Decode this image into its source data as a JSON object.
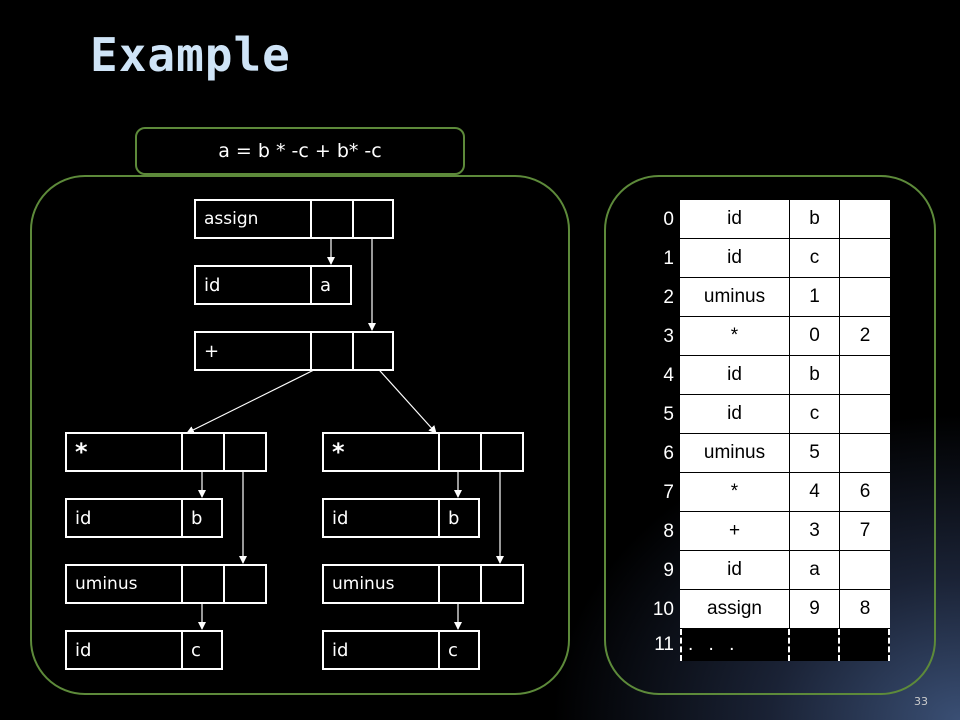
{
  "slide": {
    "title": "Example",
    "expression": "a = b * -c + b* -c",
    "page_number": "33"
  },
  "tree": {
    "nodes": [
      {
        "key": "assign",
        "label": "assign",
        "fields": [
          "",
          ""
        ]
      },
      {
        "key": "id_a",
        "label": "id",
        "fields": [
          "a"
        ]
      },
      {
        "key": "plus",
        "label": "+",
        "fields": [
          "",
          ""
        ]
      },
      {
        "key": "star_l",
        "label": "*",
        "fields": [
          "",
          ""
        ]
      },
      {
        "key": "star_r",
        "label": "*",
        "fields": [
          "",
          ""
        ]
      },
      {
        "key": "id_b_l",
        "label": "id",
        "fields": [
          "b"
        ]
      },
      {
        "key": "id_b_r",
        "label": "id",
        "fields": [
          "b"
        ]
      },
      {
        "key": "uminus_l",
        "label": "uminus",
        "fields": [
          "",
          ""
        ]
      },
      {
        "key": "uminus_r",
        "label": "uminus",
        "fields": [
          "",
          ""
        ]
      },
      {
        "key": "id_c_l",
        "label": "id",
        "fields": [
          "c"
        ]
      },
      {
        "key": "id_c_r",
        "label": "id",
        "fields": [
          "c"
        ]
      }
    ]
  },
  "table": {
    "rows": [
      {
        "index": "0",
        "op": "id",
        "arg1": "b",
        "arg2": ""
      },
      {
        "index": "1",
        "op": "id",
        "arg1": "c",
        "arg2": ""
      },
      {
        "index": "2",
        "op": "uminus",
        "arg1": "1",
        "arg2": ""
      },
      {
        "index": "3",
        "op": "*",
        "arg1": "0",
        "arg2": "2"
      },
      {
        "index": "4",
        "op": "id",
        "arg1": "b",
        "arg2": ""
      },
      {
        "index": "5",
        "op": "id",
        "arg1": "c",
        "arg2": ""
      },
      {
        "index": "6",
        "op": "uminus",
        "arg1": "5",
        "arg2": ""
      },
      {
        "index": "7",
        "op": "*",
        "arg1": "4",
        "arg2": "6"
      },
      {
        "index": "8",
        "op": "+",
        "arg1": "3",
        "arg2": "7"
      },
      {
        "index": "9",
        "op": "id",
        "arg1": "a",
        "arg2": ""
      },
      {
        "index": "10",
        "op": "assign",
        "arg1": "9",
        "arg2": "8"
      },
      {
        "index": "11",
        "op": ". . .",
        "arg1": "",
        "arg2": ""
      }
    ]
  },
  "colors": {
    "panel_border": "#5d8a3a",
    "title": "#cfe4f7"
  }
}
